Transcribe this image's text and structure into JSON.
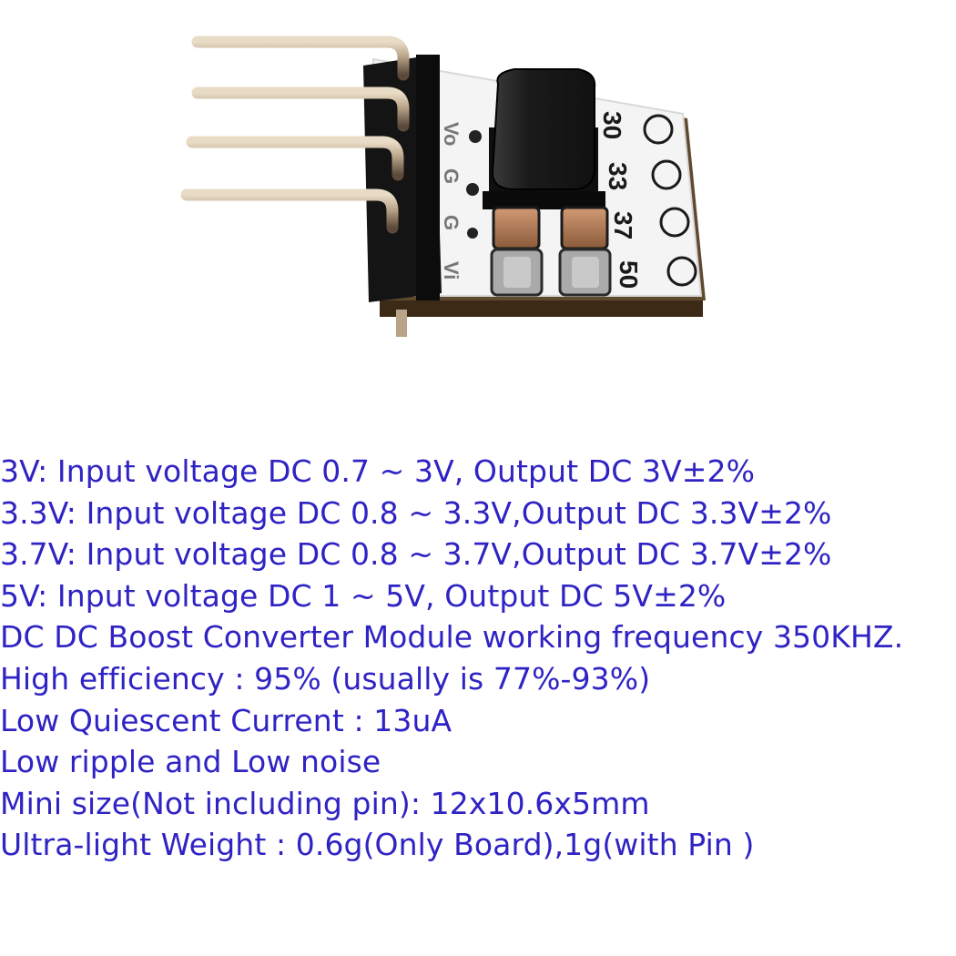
{
  "board": {
    "voltage_marks": [
      "30",
      "33",
      "37",
      "50"
    ],
    "pin_marks": [
      "Vo",
      "G",
      "G",
      "Vi"
    ]
  },
  "specs": [
    "3V: Input voltage DC 0.7 ~ 3V, Output DC 3V±2%",
    "3.3V: Input voltage DC 0.8 ~ 3.3V,Output DC 3.3V±2%",
    "3.7V: Input voltage DC 0.8 ~ 3.7V,Output DC 3.7V±2%",
    "5V: Input voltage DC 1 ~ 5V, Output DC 5V±2%",
    "DC DC Boost Converter Module working frequency 350KHZ.",
    "High efficiency : 95% (usually is 77%-93%)",
    "Low Quiescent Current : 13uA",
    "Low ripple and Low noise",
    "Mini size(Not including pin): 12x10.6x5mm",
    "Ultra-light Weight : 0.6g(Only Board),1g(with Pin )"
  ],
  "colors": {
    "spec_text": "#2f23c4",
    "pcb": "#f4f4f4",
    "header_plastic": "#141414",
    "pins": "#b9a489",
    "inductor": "#1d1d1d",
    "capacitor": "#b07a55"
  }
}
